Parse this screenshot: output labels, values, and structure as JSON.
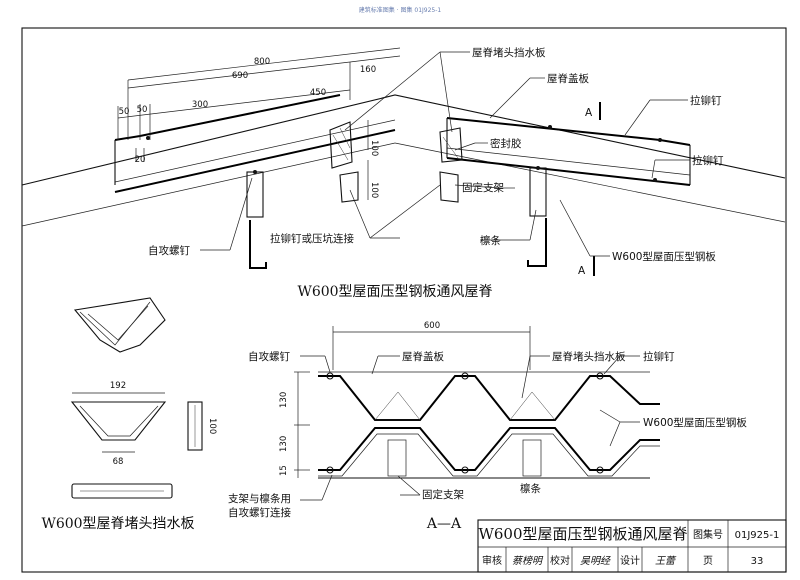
{
  "header_watermark": "建筑标准图集 · 图集 01J925-1",
  "top": {
    "title": "W600型屋面压型钢板通风屋脊",
    "dims": {
      "d800": "800",
      "d690": "690",
      "d160": "160",
      "d50a": "50",
      "d50b": "50",
      "d300": "300",
      "d450": "450",
      "d20": "20",
      "d100a": "100",
      "d100b": "100"
    },
    "labels": {
      "ridge_end_plate": "屋脊堵头挡水板",
      "ridge_cap": "屋脊盖板",
      "rivet1": "拉铆钉",
      "sealant": "密封胶",
      "rivet2": "拉铆钉",
      "bracket": "固定支架",
      "rivet_or_pit": "拉铆钉或压坑连接",
      "purlin": "檩条",
      "steel_sheet": "W600型屋面压型钢板",
      "self_tap": "自攻螺钉",
      "section_a1": "A",
      "section_a2": "A"
    }
  },
  "left": {
    "title": "W600型屋脊堵头挡水板",
    "dims": {
      "d192": "192",
      "d68": "68",
      "d100": "100"
    }
  },
  "section": {
    "title": "A—A",
    "dims": {
      "d600": "600",
      "d130a": "130",
      "d130b": "130",
      "d15": "15"
    },
    "labels": {
      "self_tap": "自攻螺钉",
      "ridge_cap": "屋脊盖板",
      "end_plate": "屋脊堵头挡水板",
      "rivet": "拉铆钉",
      "steel_sheet": "W600型屋面压型钢板",
      "bracket": "固定支架",
      "purlin": "檩条",
      "bracket_purlin": "支架与檩条用",
      "self_tap_conn": "自攻螺钉连接"
    }
  },
  "title_block": {
    "title": "W600型屋面压型钢板通风屋脊",
    "atlas_label": "图集号",
    "atlas_no": "01J925-1",
    "review": "审核",
    "review_sig": "蔡榜明",
    "check": "校对",
    "check_sig": "吴明经",
    "design": "设计",
    "design_sig": "王蕾",
    "page_label": "页",
    "page_no": "33"
  }
}
